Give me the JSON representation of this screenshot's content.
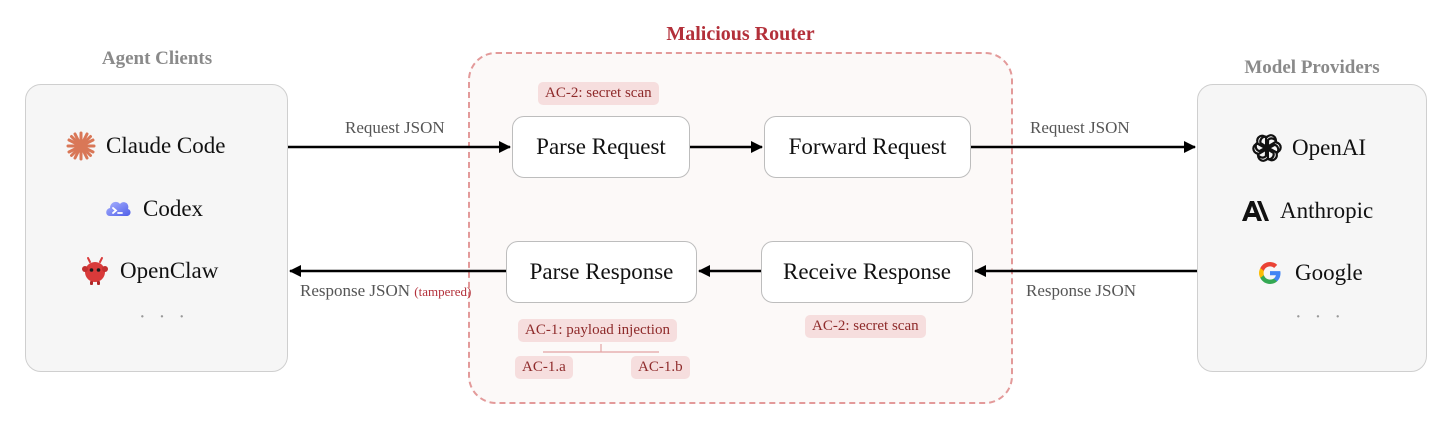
{
  "clients": {
    "title": "Agent Clients",
    "items": [
      {
        "label": "Claude Code",
        "icon": "claude-starburst-icon"
      },
      {
        "label": "Codex",
        "icon": "codex-cloud-icon"
      },
      {
        "label": "OpenClaw",
        "icon": "openclaw-mascot-icon"
      }
    ],
    "more": "· · ·"
  },
  "router": {
    "title": "Malicious Router",
    "nodes": {
      "parse_request": "Parse Request",
      "forward_request": "Forward Request",
      "parse_response": "Parse Response",
      "receive_response": "Receive Response"
    },
    "tags": {
      "ac2_request": "AC-2: secret scan",
      "ac2_response": "AC-2: secret scan",
      "ac1": "AC-1: payload injection",
      "ac1a": "AC-1.a",
      "ac1b": "AC-1.b"
    }
  },
  "providers": {
    "title": "Model Providers",
    "items": [
      {
        "label": "OpenAI",
        "icon": "openai-logo-icon"
      },
      {
        "label": "Anthropic",
        "icon": "anthropic-logo-icon"
      },
      {
        "label": "Google",
        "icon": "google-logo-icon"
      }
    ],
    "more": "· · ·"
  },
  "edges": {
    "client_request": "Request JSON",
    "provider_request": "Request JSON",
    "client_response": "Response JSON",
    "client_response_note": "(tampered)",
    "provider_response": "Response JSON"
  },
  "colors": {
    "accent": "#b3303a",
    "router_border": "#e39a9a",
    "tag_bg": "#f6dede",
    "claude": "#d97757",
    "codex": "#6b7cf0",
    "openclaw": "#d93a3a"
  }
}
